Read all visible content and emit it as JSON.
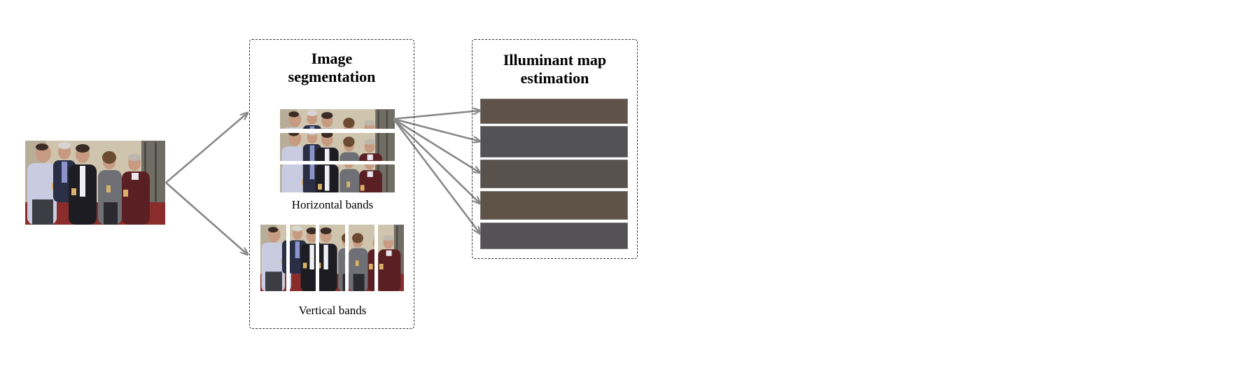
{
  "segmentation": {
    "title_line1": "Image",
    "title_line2": "segmentation",
    "horizontal_caption": "Horizontal bands",
    "vertical_caption": "Vertical bands"
  },
  "illuminant": {
    "title_line1": "Illuminant map",
    "title_line2": "estimation",
    "band_colors": [
      "#5e5249",
      "#535356",
      "#58514c",
      "#5f5347",
      "#545255"
    ]
  },
  "photo_palette": {
    "wall": "#cfc4ad",
    "wall_dark": "#b8ad98",
    "door": "#6f6d64",
    "carpet": "#8a2d2a",
    "shirt_light": "#c9cbe0",
    "suit_dark": "#1c1c22",
    "skin": "#c79b82",
    "hair": "#3a2c24",
    "grey_cardigan": "#6f7076",
    "maroon": "#5a1f22"
  }
}
